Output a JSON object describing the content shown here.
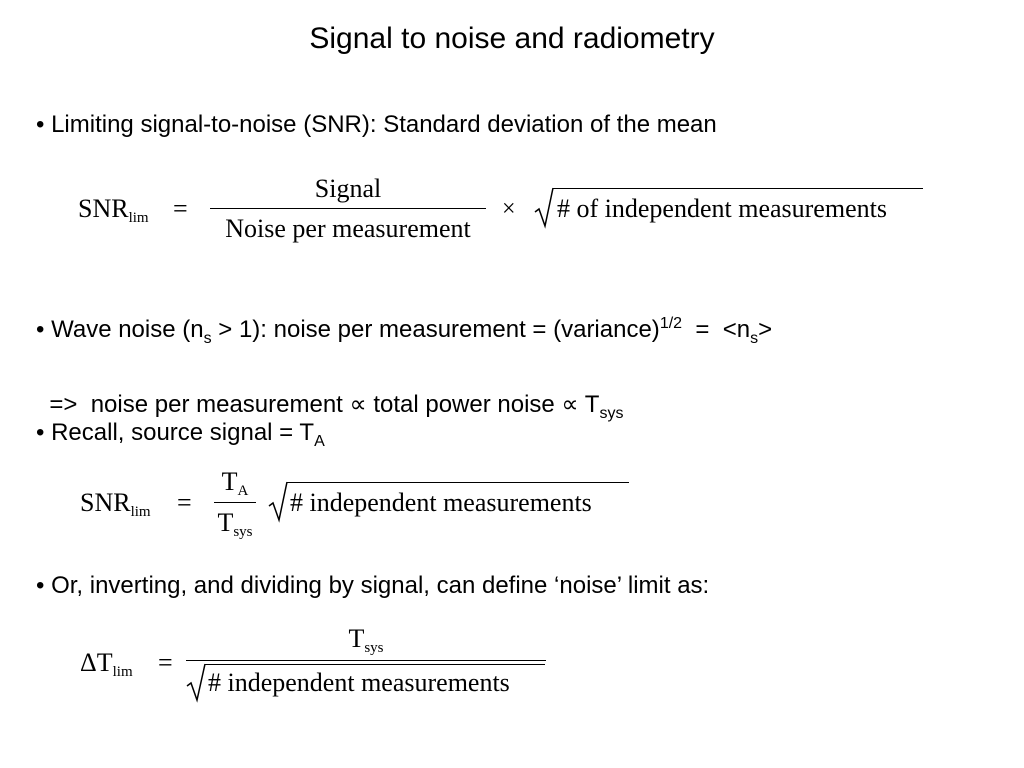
{
  "title": "Signal to noise and radiometry",
  "bullet_glyph": "•",
  "bullets": {
    "b1": "Limiting signal-to-noise (SNR): Standard deviation of the mean",
    "b2": {
      "a": "Wave noise (n",
      "a_sub": "s",
      "b": " > 1):  noise per measurement = (variance)",
      "b_sup": "1/2",
      "c": "  =  <n",
      "c_sub": "s",
      "d": ">"
    },
    "b3": {
      "a": "=>  noise per measurement ∝ total power noise ∝ T",
      "a_sub": "sys"
    },
    "b4": {
      "a": "Recall, source signal = T",
      "a_sub": "A"
    },
    "b5": "Or, inverting, and dividing by signal, can define ‘noise’ limit as:"
  },
  "eq1": {
    "lhs": "SNR",
    "lhs_sub": "lim",
    "eq": "=",
    "num": "Signal",
    "den": "Noise per measurement",
    "times": "×",
    "radicand": "#  of independent measurements"
  },
  "eq2": {
    "lhs": "SNR",
    "lhs_sub": "lim",
    "eq": "=",
    "num": "T",
    "num_sub": "A",
    "den": "T",
    "den_sub": "sys",
    "radicand": "#  independent measurements"
  },
  "eq3": {
    "lhs": "ΔT",
    "lhs_sub": "lim",
    "eq": "=",
    "num": "T",
    "num_sub": "sys",
    "radicand": "#  independent measurements"
  }
}
